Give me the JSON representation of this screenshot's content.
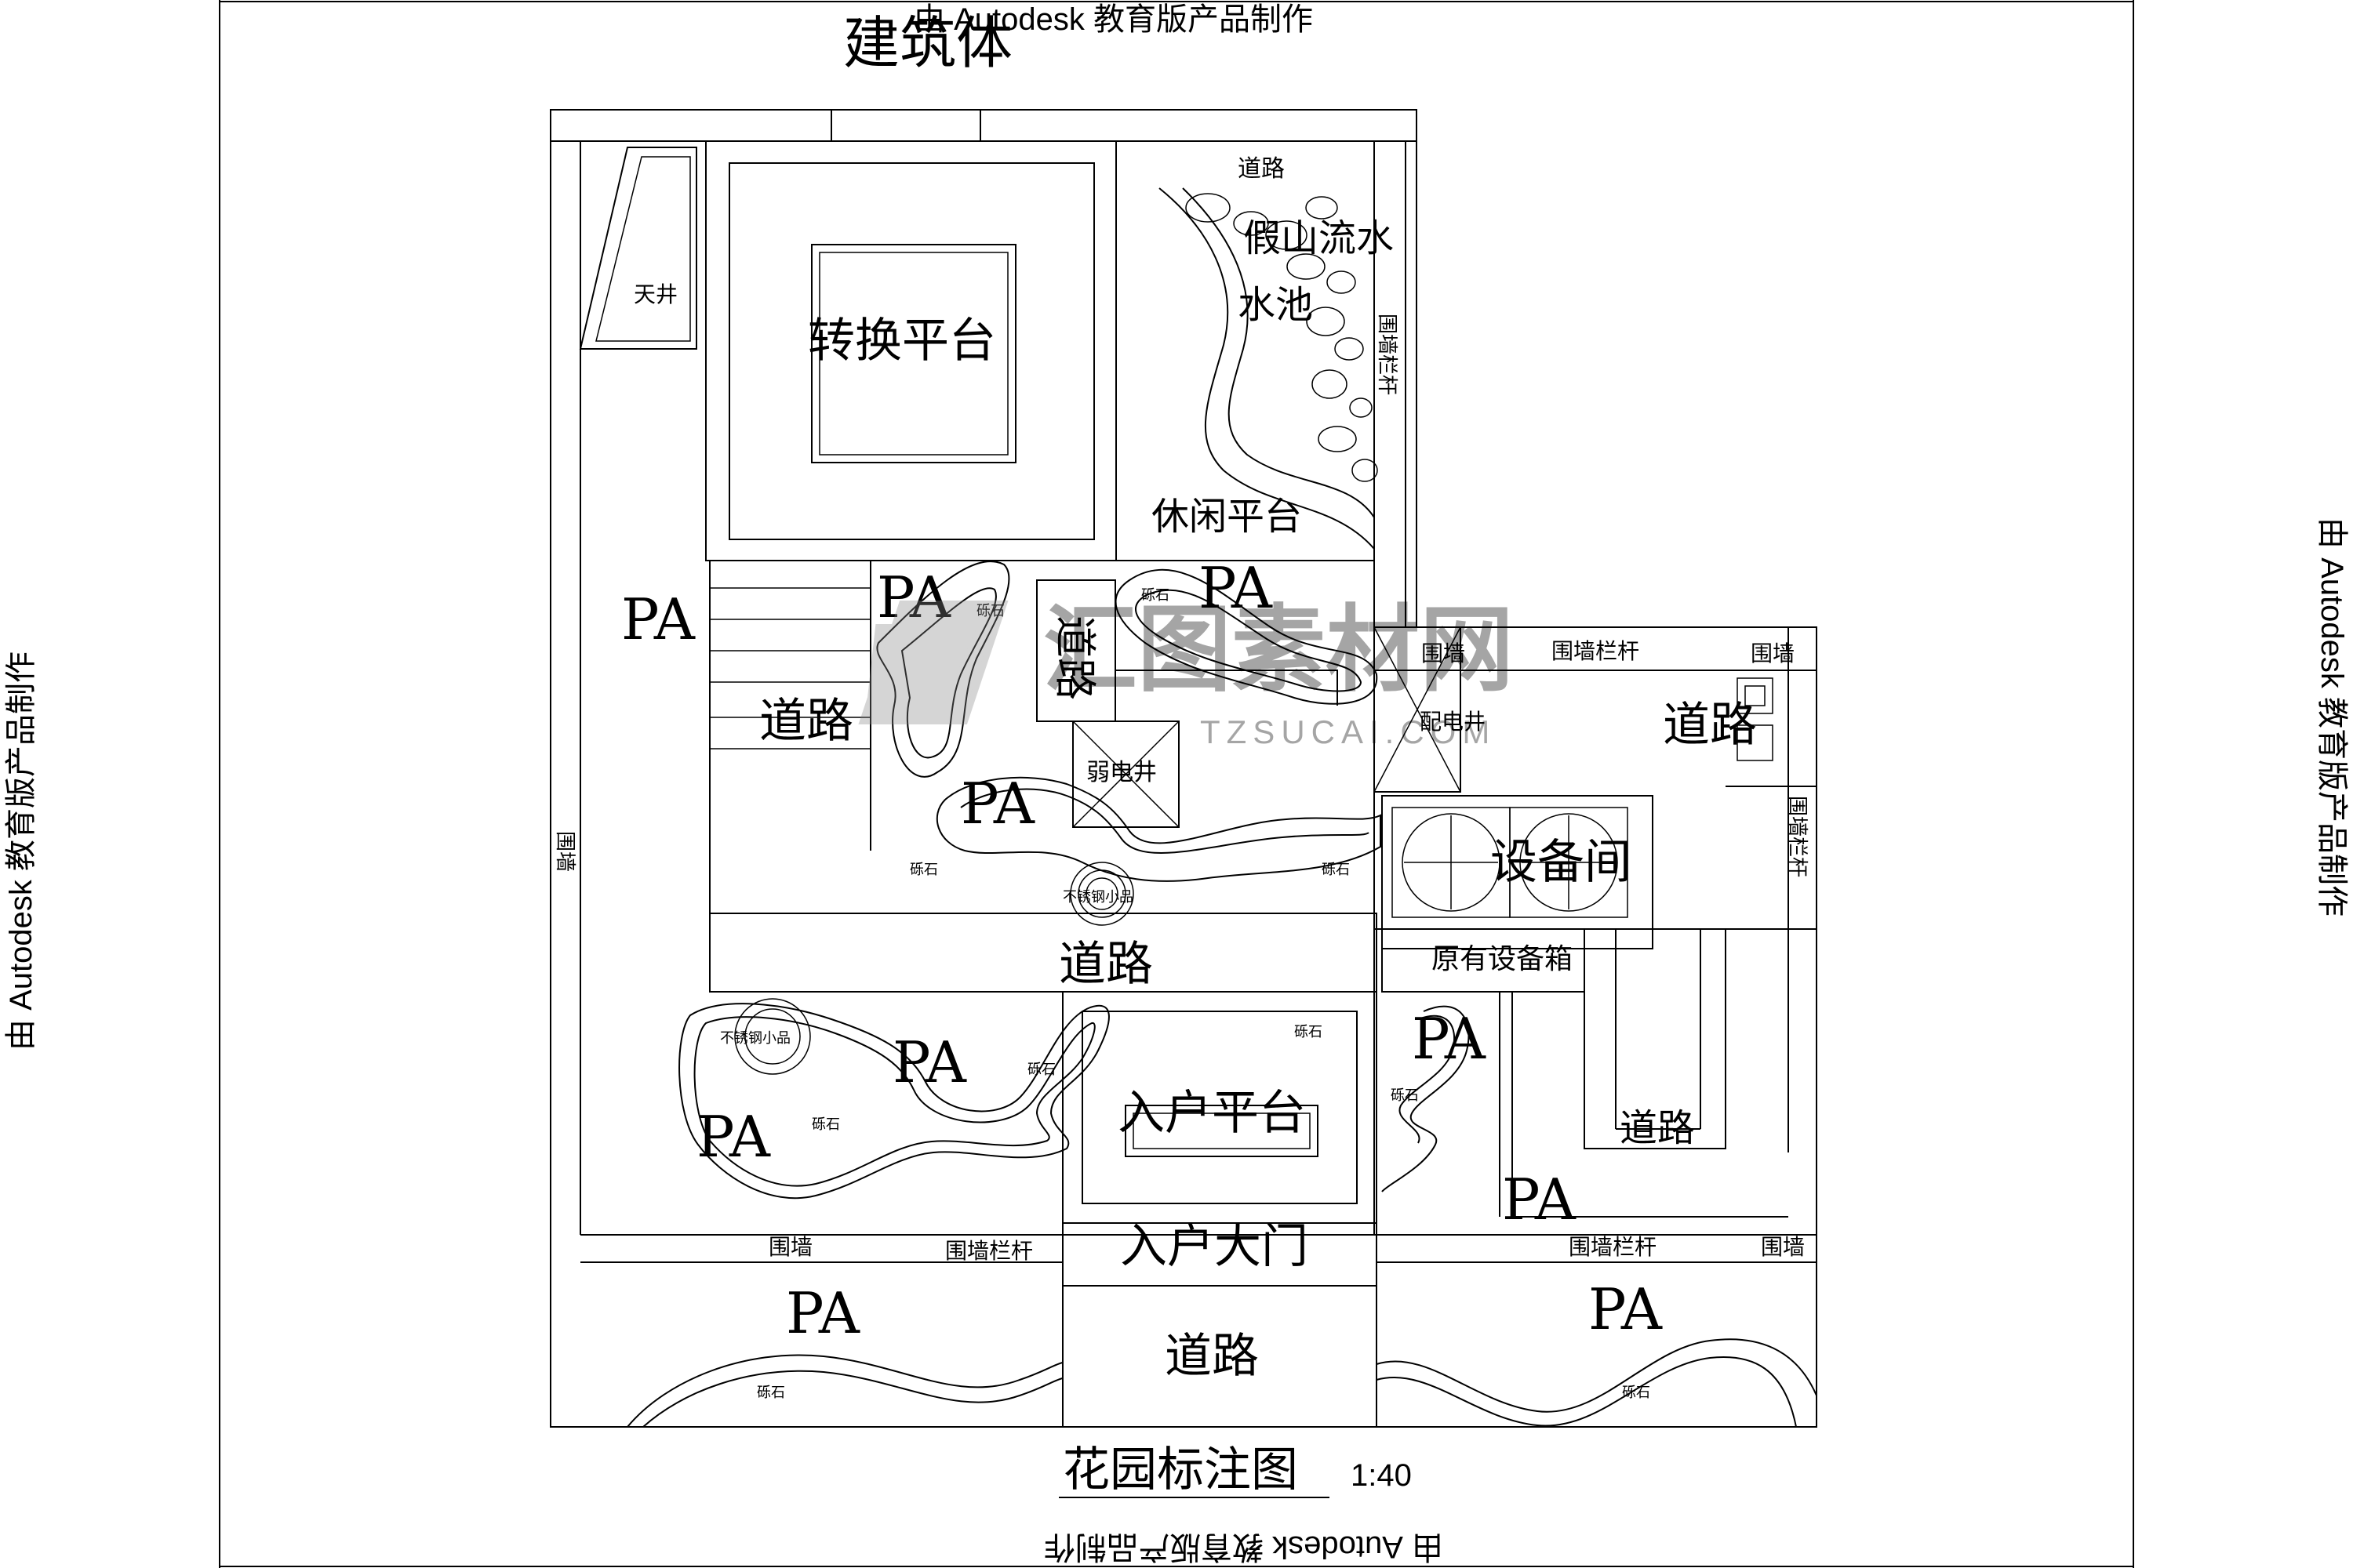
{
  "watermarks": {
    "top": "由 Autodesk 教育版产品制作",
    "left": "由 Autodesk 教育版产品制作",
    "right": "由 Autodesk 教育版产品制作",
    "bottom": "由 Autodesk 教育版产品制作",
    "site_logo": "汇图素材网",
    "site_url": "TZSUCAI.COM"
  },
  "title": {
    "text": "花园标注图",
    "scale": "1:40"
  },
  "building": "建筑体",
  "labels": {
    "skylight": "天井",
    "transfer_platform": "转换平台",
    "road_top": "道路",
    "rockery_stream": "假山流水",
    "pond": "水池",
    "fence_rail_vertical": "围墙栏杆",
    "leisure_platform": "休闲平台",
    "pa_left": "PA",
    "road_left": "道路",
    "wall_left": "围墙",
    "pa_center_top": "PA",
    "pa_center_right": "PA",
    "road_center_vertical": "道路",
    "weak_shaft": "弱电井",
    "pa_center": "PA",
    "gravel_1": "砾石",
    "gravel_2": "砾石",
    "gravel_3": "砾石",
    "gravel_4": "砾石",
    "gravel_5": "砾石",
    "gravel_6": "砾石",
    "gravel_7": "砾石",
    "gravel_8": "砾石",
    "gravel_9": "砾石",
    "gravel_10": "砾石",
    "steel_sculpture_1": "不锈钢小品",
    "steel_sculpture_2": "不锈钢小品",
    "wall_right_top": "围墙",
    "fence_rail_right_top": "围墙栏杆",
    "wall_right_top_2": "围墙",
    "power_shaft": "配电井",
    "road_right": "道路",
    "fence_rail_right_vertical": "围墙栏杆",
    "equipment_room": "设备间",
    "existing_box": "原有设备箱",
    "road_middle": "道路",
    "pa_lower_1": "PA",
    "pa_lower_2": "PA",
    "entry_platform": "入户平台",
    "pa_lower_right": "PA",
    "road_lower_right": "道路",
    "pa_lower_right_2": "PA",
    "wall_bottom_left": "围墙",
    "fence_rail_bottom_left": "围墙栏杆",
    "entry_gate": "入户大门",
    "fence_rail_bottom_right": "围墙栏杆",
    "wall_bottom_right": "围墙",
    "pa_bottom_left": "PA",
    "road_bottom": "道路",
    "pa_bottom_right": "PA"
  }
}
